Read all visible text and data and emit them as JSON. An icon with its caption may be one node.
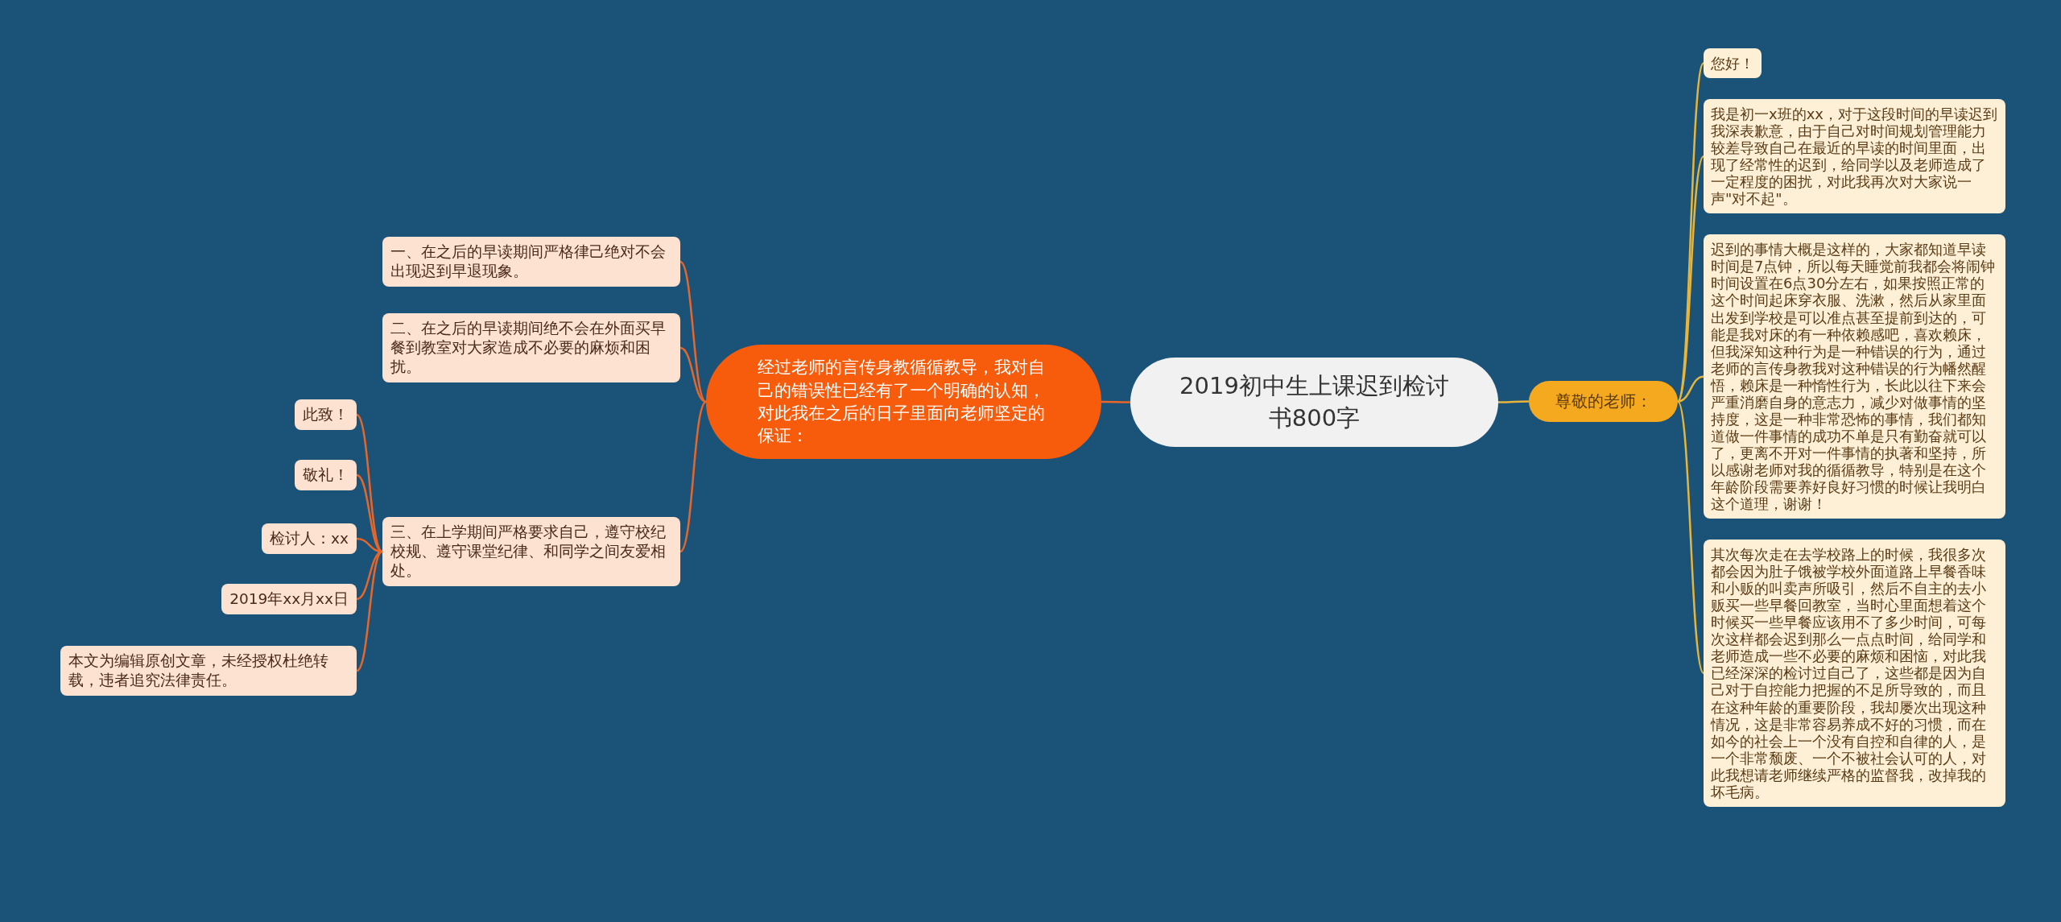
{
  "diagram": {
    "nodes": [
      {
        "text": [
          "2019初中生上课迟到检讨书800字"
        ]
      },
      {
        "text": [
          "经过老师的言传身教循循教导，我对自己的错误性已经有了一个明确的认知，对此我在之后的日子里面向老师坚定的保证："
        ]
      },
      {
        "text": [
          "一、在之后的早读期间严格律己绝对不会出现迟到早退现象。"
        ]
      },
      {
        "text": [
          "二、在之后的早读期间绝不会在外面买早餐到教室对大家造成不必要的麻烦和困扰。"
        ]
      },
      {
        "text": [
          "三、在上学期间严格要求自己，遵守校纪校规、遵守课堂纪律、和同学之间友爱相处。"
        ]
      },
      {
        "text": [
          "此致！"
        ]
      },
      {
        "text": [
          "敬礼！"
        ]
      },
      {
        "text": [
          "检讨人：xx"
        ]
      },
      {
        "text": [
          "2019年xx月xx日"
        ]
      },
      {
        "text": [
          "本文为编辑原创文章，未经授权杜绝转载，违者追究法律责任。"
        ]
      },
      {
        "text": [
          "尊敬的老师："
        ]
      },
      {
        "text": [
          "您好！"
        ]
      },
      {
        "text": [
          "我是初一x班的xx，对于这段时间的早读迟到我深表歉意，由于自己对时间规划管理能力较差导致自己在最近的早读的时间里面，出现了经常性的迟到，给同学以及老师造成了一定程度的困扰，对此我再次对大家说一声\"对不起\"。"
        ]
      },
      {
        "text": [
          "迟到的事情大概是这样的，大家都知道早读时间是7点钟，所以每天睡觉前我都会将闹钟时间设置在6点30分左右，如果按照正常的这个时间起床穿衣服、洗漱，然后从家里面出发到学校是可以准点甚至提前到达的，可能是我对床的有一种依赖感吧，喜欢赖床，但我深知这种行为是一种错误的行为，通过老师的言传身教我对这种错误的行为幡然醒悟，赖床是一种惰性行为，长此以往下来会严重消磨自身的意志力，减少对做事情的坚持度，这是一种非常恐怖的事情，我们都知道做一件事情的成功不单是只有勤奋就可以了，更离不开对一件事情的执著和坚持，所以感谢老师对我的循循教导，特别是在这个年龄阶段需要养好良好习惯的时候让我明白这个道理，谢谢！"
        ]
      },
      {
        "text": [
          "其次每次走在去学校路上的时候，我很多次都会因为肚子饿被学校外面道路上早餐香味和小贩的叫卖声所吸引，然后不自主的去小贩买一些早餐回教室，当时心里面想着这个时候买一些早餐应该用不了多少时间，可每次这样都会迟到那么一点点时间，给同学和老师造成一些不必要的麻烦和困恼，对此我已经深深的检讨过自己了，这些都是因为自己对于自控能力把握的不足所导致的，而且在这种年龄的重要阶段，我却屡次出现这种情况，这是非常容易养成不好的习惯，而在如今的社会上一个没有自控和自律的人，是一个非常颓废、一个不被社会认可的人，对此我想请老师继续严格的监督我，改掉我的坏毛病。"
        ]
      }
    ],
    "edges": [
      {
        "from": 0,
        "to": 1,
        "arrow": "none"
      },
      {
        "from": 1,
        "to": 2,
        "arrow": "none"
      },
      {
        "from": 1,
        "to": 3,
        "arrow": "none"
      },
      {
        "from": 1,
        "to": 4,
        "arrow": "none"
      },
      {
        "from": 4,
        "to": 5,
        "arrow": "none"
      },
      {
        "from": 4,
        "to": 6,
        "arrow": "none"
      },
      {
        "from": 4,
        "to": 7,
        "arrow": "none"
      },
      {
        "from": 4,
        "to": 8,
        "arrow": "none"
      },
      {
        "from": 4,
        "to": 9,
        "arrow": "none"
      },
      {
        "from": 0,
        "to": 10,
        "arrow": "none",
        "color": "#e8b53c"
      },
      {
        "from": 10,
        "to": 11,
        "arrow": "none",
        "color": "#e8b53c"
      },
      {
        "from": 10,
        "to": 12,
        "arrow": "none",
        "color": "#e8b53c"
      },
      {
        "from": 10,
        "to": 13,
        "arrow": "none",
        "color": "#e8b53c"
      },
      {
        "from": 10,
        "to": 14,
        "arrow": "none",
        "color": "#e8b53c"
      }
    ]
  }
}
